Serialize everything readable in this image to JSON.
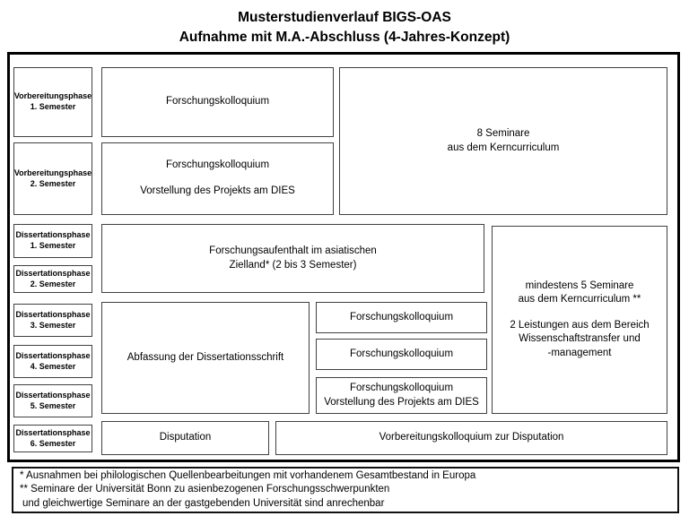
{
  "title": {
    "line1": "Musterstudienverlauf BIGS-OAS",
    "line2": "Aufnahme mit M.A.-Abschluss (4-Jahres-Konzept)"
  },
  "phase_labels": [
    {
      "name": "Vorbereitungsphase",
      "semester": "1. Semester"
    },
    {
      "name": "Vorbereitungsphase",
      "semester": "2. Semester"
    },
    {
      "name": "Dissertationsphase",
      "semester": "1. Semester"
    },
    {
      "name": "Dissertationsphase",
      "semester": "2. Semester"
    },
    {
      "name": "Dissertationsphase",
      "semester": "3. Semester"
    },
    {
      "name": "Dissertationsphase",
      "semester": "4. Semester"
    },
    {
      "name": "Dissertationsphase",
      "semester": "5. Semester"
    },
    {
      "name": "Dissertationsphase",
      "semester": "6. Semester"
    }
  ],
  "cells": {
    "forschungskolloquium_1": {
      "line1": "Forschungskolloquium"
    },
    "forschungskolloquium_2": {
      "line1": "Forschungskolloquium",
      "line2": "Vorstellung des Projekts am DIES"
    },
    "seminare_8": {
      "line1": "8 Seminare",
      "line2": "aus dem Kerncurriculum"
    },
    "forschungsaufenthalt": {
      "line1": "Forschungsaufenthalt im asiatischen",
      "line2": "Zielland* (2 bis 3 Semester)"
    },
    "mindestens_5_seminare": {
      "line1": "mindestens 5 Seminare",
      "line2": "aus dem Kerncurriculum **",
      "line3": "2 Leistungen aus dem Bereich",
      "line4": "Wissenschaftstransfer und",
      "line5": "-management"
    },
    "abfassung": {
      "line1": "Abfassung der Dissertationsschrift"
    },
    "forschungskolloquium_3": {
      "line1": "Forschungskolloquium"
    },
    "forschungskolloquium_4": {
      "line1": "Forschungskolloquium"
    },
    "forschungskolloquium_5": {
      "line1": "Forschungskolloquium",
      "line2": "Vorstellung des Projekts am DIES"
    },
    "disputation": {
      "line1": "Disputation"
    },
    "vorbereitungskolloquium": {
      "line1": "Vorbereitungskolloquium zur Disputation"
    }
  },
  "footnotes": {
    "line1": "* Ausnahmen bei philologischen Quellenbearbeitungen mit vorhandenem Gesamtbestand in Europa",
    "line2": "** Seminare der Universität Bonn zu asienbezogenen Forschungsschwerpunkten",
    "line3": "und gleichwertige Seminare an der gastgebenden Universität sind anrechenbar"
  },
  "colors": {
    "background": "#ffffff",
    "text": "#000000",
    "inner_border": "#404040",
    "outer_border": "#000000"
  }
}
